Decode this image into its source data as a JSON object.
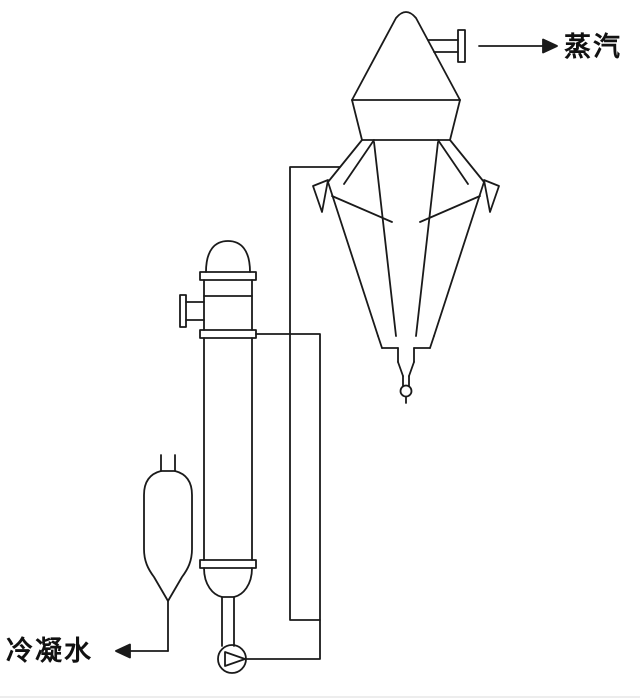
{
  "diagram": {
    "kind": "evaporator-process-line-drawing",
    "background": "#ffffff",
    "stroke_color": "#1a1a1a",
    "labels": {
      "steam": "蒸汽",
      "condensate": "冷凝水"
    },
    "components": {
      "separator": "separator-vessel",
      "heater": "heater-column",
      "trap": "condensate-tank",
      "pump": "circulation-pump"
    }
  }
}
